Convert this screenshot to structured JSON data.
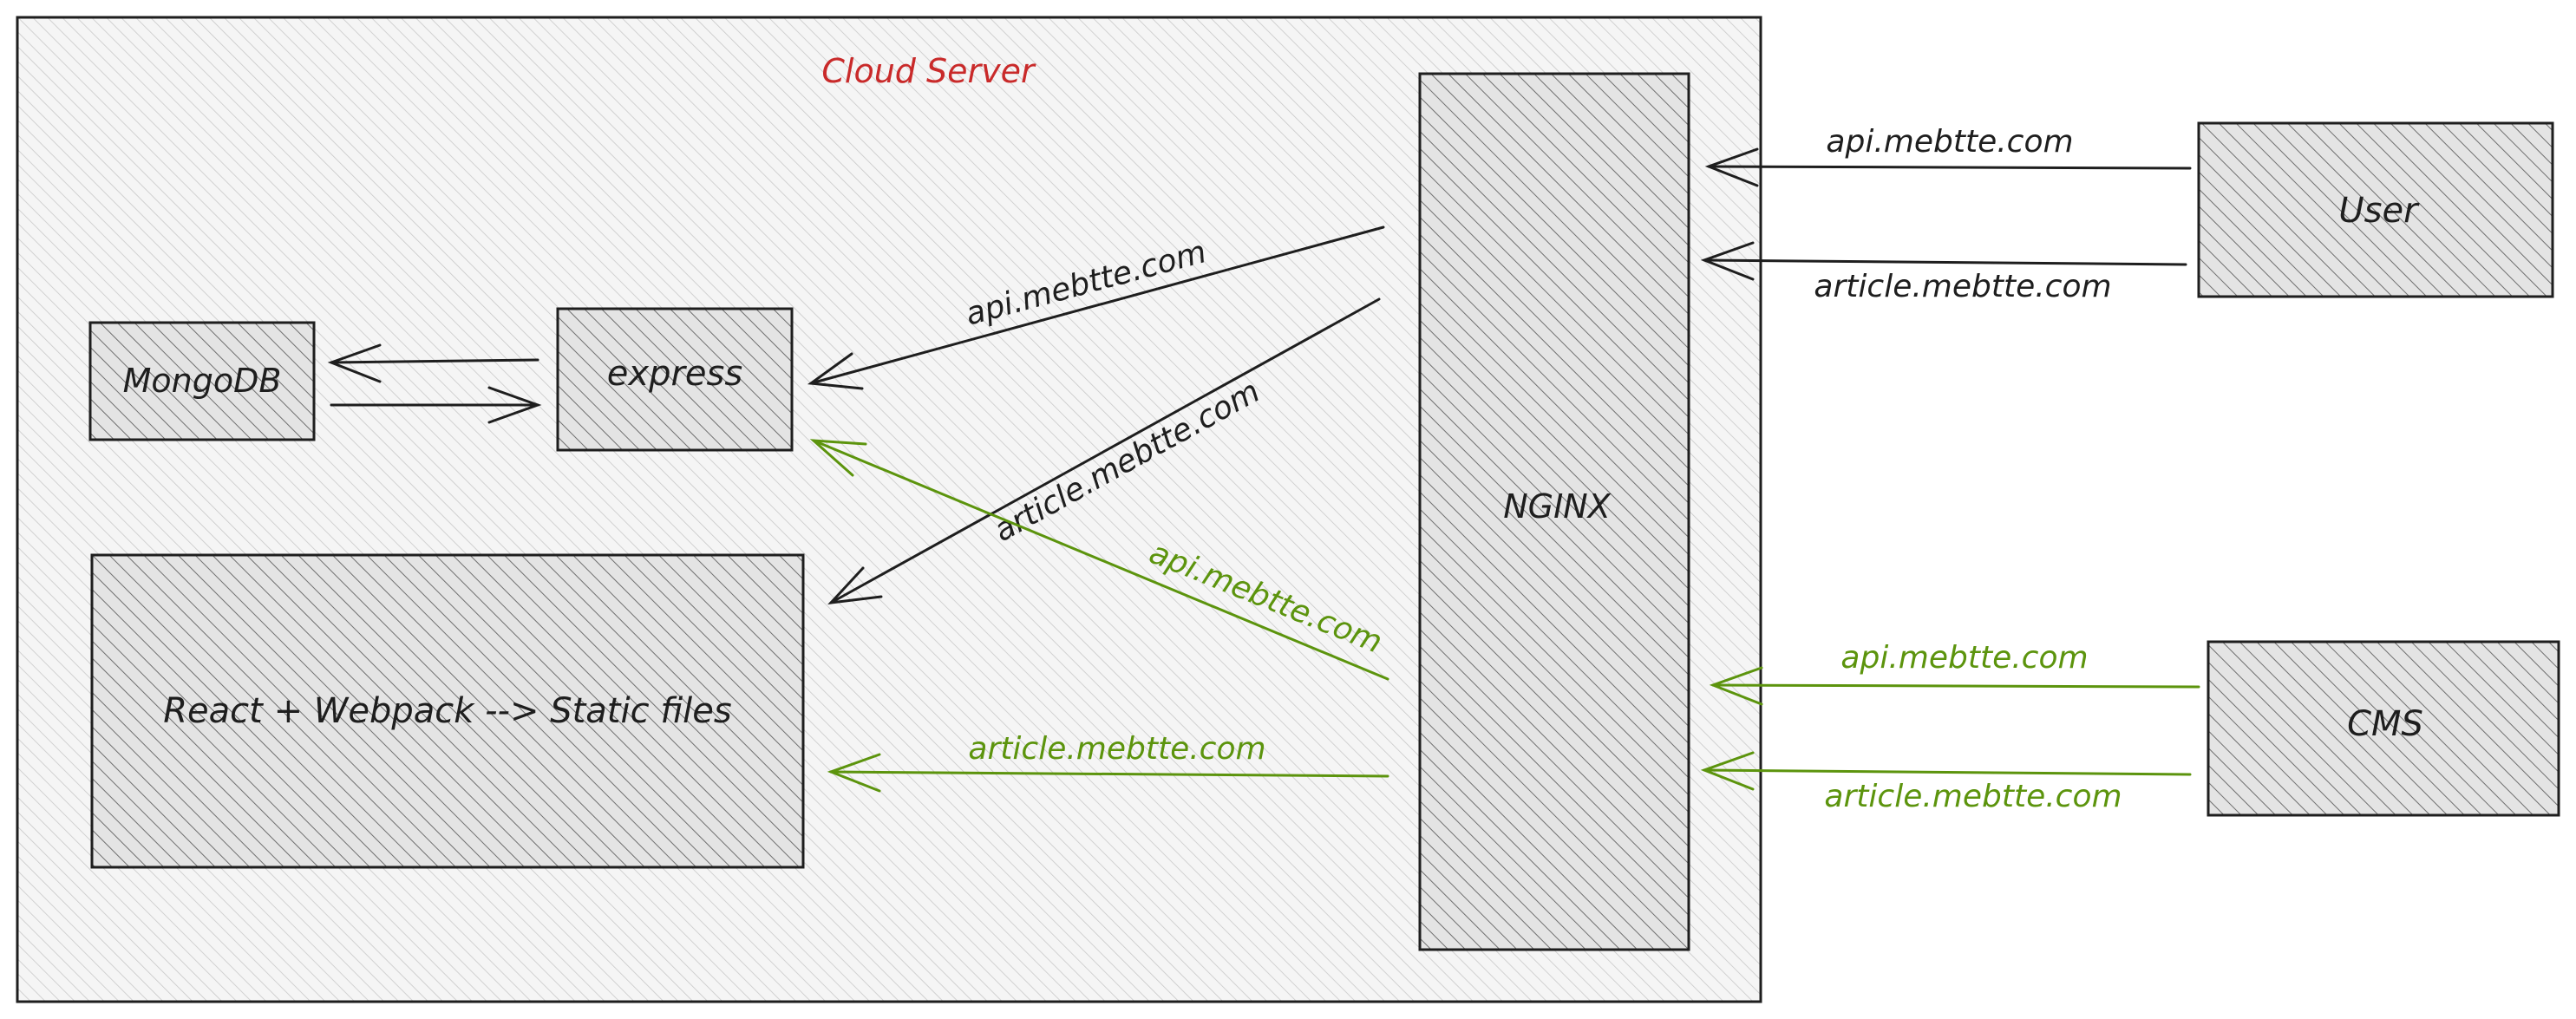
{
  "colors": {
    "background": "#ffffff",
    "ink": "#1e1e1e",
    "title_red": "#c92a2a",
    "green": "#5c940d",
    "hatch_light": "#c8c8c8",
    "hatch_dark": "#7a7a7a",
    "box_fill": "#f1f1f1"
  },
  "server": {
    "title": "Cloud Server"
  },
  "nodes": {
    "mongodb": "MongoDB",
    "express": "express",
    "react": "React + Webpack --> Static files",
    "nginx": "NGINX",
    "user": "User",
    "cms": "CMS"
  },
  "edges": {
    "user_api": "api.mebtte.com",
    "user_article": "article.mebtte.com",
    "cms_api": "api.mebtte.com",
    "cms_article": "article.mebtte.com",
    "nginx_express_black": "api.mebtte.com",
    "nginx_react_black": "article.mebtte.com",
    "nginx_express_green": "api.mebtte.com",
    "nginx_react_green": "article.mebtte.com"
  }
}
